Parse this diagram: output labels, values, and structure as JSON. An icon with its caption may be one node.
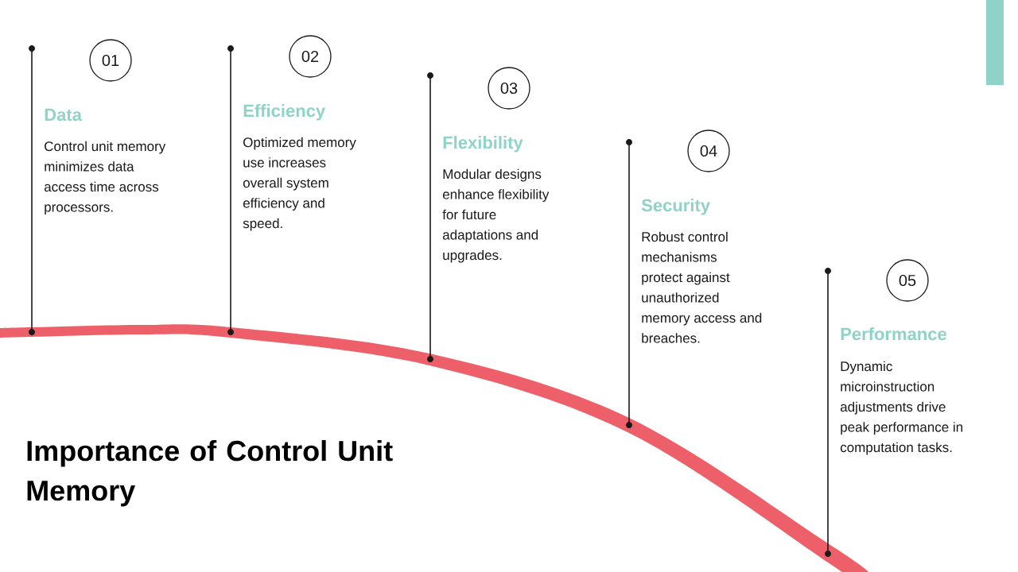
{
  "diagram": {
    "title": "Importance of Control Unit Memory",
    "nodes": [
      {
        "text": [
          "01"
        ],
        "beside": [
          "Data",
          "Control unit memory minimizes data access time across processors."
        ]
      },
      {
        "text": [
          "02"
        ],
        "beside": [
          "Efficiency",
          "Optimized memory use increases overall system efficiency and speed."
        ]
      },
      {
        "text": [
          "03"
        ],
        "beside": [
          "Flexibility",
          "Modular designs enhance flexibility for future adaptations and upgrades."
        ]
      },
      {
        "text": [
          "04"
        ],
        "beside": [
          "Security",
          "Robust control mechanisms protect against unauthorized memory access and breaches."
        ]
      },
      {
        "text": [
          "05"
        ],
        "beside": [
          "Performance",
          "Dynamic microinstruction adjustments drive peak performance in computation tasks."
        ]
      }
    ]
  }
}
